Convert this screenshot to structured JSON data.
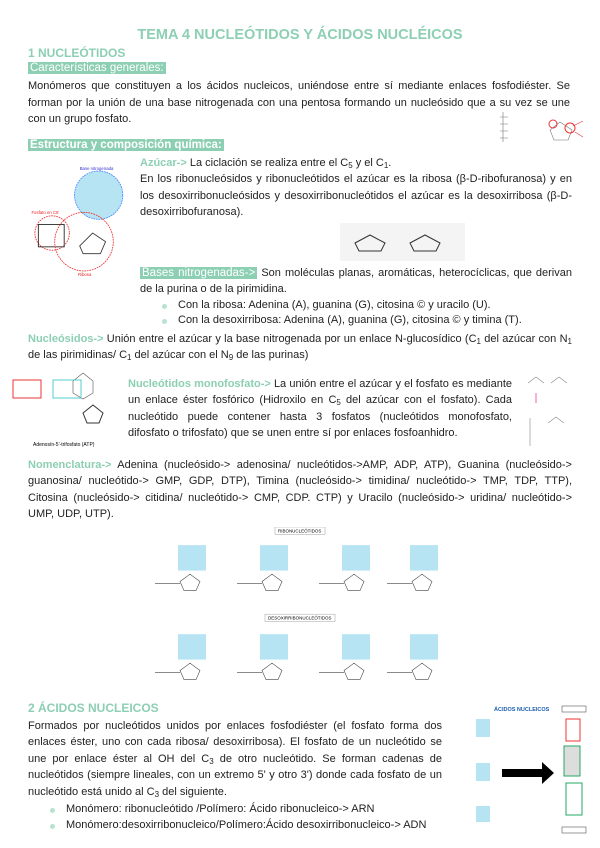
{
  "title": "TEMA 4 NUCLEÓTIDOS Y ÁCIDOS NUCLÉICOS",
  "s1": {
    "heading": "1 NUCLEÓTIDOS",
    "general_label": "Características generales:",
    "general_text": "Monómeros que constituyen a los ácidos nucleicos, uniéndose entre sí mediante enlaces fosfodiéster. Se forman por la unión de una base nitrogenada con una pentosa formando un nucleósido que a su vez se une con un grupo fosfato.",
    "estructura_label": "Estructura y composición química:",
    "azucar": {
      "label": "Azúcar->",
      "t1": " La ciclación se realiza entre el C",
      "s1": "5",
      "t2": " y el C",
      "s2": "1",
      "t3": ".",
      "p2": "En los ribonucleósidos y ribonucleótidos el azúcar es la ribosa (β-D-ribofuranosa) y en los desoxirribonucleósidos y desoxirribonucleótidos el azúcar es la desoxirribosa (β-D-desoxirribofuranosa)."
    },
    "bases": {
      "label": "Bases nitrogenadas->",
      "text": " Son moléculas planas, aromáticas, heterocíclicas, que derivan de la purina o de la pirimidina.",
      "bullets": [
        "Con la ribosa: Adenina (A), guanina (G), citosina © y uracilo (U).",
        "Con la desoxirribosa: Adenina (A), guanina (G), citosina © y timina (T)."
      ]
    },
    "nucleosidos": {
      "label": "Nucleósidos->",
      "t1": " Unión entre el azúcar y la base nitrogenada por un enlace N-glucosídico (C",
      "s1": "1",
      "t2": " del azúcar con N",
      "s2": "1",
      "t3": " de las pirimidinas/ C",
      "s3": "1",
      "t4": " del azúcar con el N",
      "s4": "9",
      "t5": " de las purinas)"
    },
    "monofosfato": {
      "label": "Nucleótidos monofosfato->",
      "t1": " La unión entre el azúcar y el fosfato es mediante un enlace éster fosfórico (Hidroxilo en C",
      "s1": "5",
      "t2": " del azúcar con el fosfato). Cada nucleótido puede contener hasta 3 fosfatos (nucleótidos monofosfato, difosfato o trifosfato) que se unen entre sí por enlaces fosfoanhidro."
    },
    "nomenclatura": {
      "label": "Nomenclatura->",
      "text": " Adenina (nucleósido-> adenosina/ nucleótidos->AMP, ADP, ATP), Guanina (nucleósido-> guanosina/ nucleótido-> GMP, GDP, DTP), Timina (nucleósido-> timidina/ nucleótido-> TMP, TDP, TTP), Citosina (nucleósido-> citidina/ nucleótido-> CMP, CDP. CTP) y Uracilo (nucleósido-> uridina/ nucleótido-> UMP, UDP, UTP)."
    }
  },
  "figures": {
    "base": "Base nitrogenada",
    "fosfato": "Fosfato en C5'",
    "ribosa": "Ribosa",
    "atp": "Adenosín-5'-trifosfato (ATP)",
    "ribonuc": "RIBONUCLEÓTIDOS",
    "desoxi": "DESOXIRRIBONUCLEÓTIDOS",
    "acidos": "ÁCIDOS NUCLEICOS"
  },
  "s2": {
    "heading": "2 ÁCIDOS NUCLEICOS",
    "t1": "Formados por nucleótidos unidos por enlaces fosfodiéster (el fosfato forma dos enlaces éster, uno con cada ribosa/ desoxirribosa). El fosfato de un nucleótido se une por enlace éster al OH del C",
    "s1": "3",
    "t2": " de otro nucleótido. Se forman cadenas de nucleótidos (siempre lineales, con un extremo 5' y otro 3') donde cada fosfato de un nucleótido está unido al C",
    "s2": "3",
    "t3": " del siguiente.",
    "bullets": [
      "Monómero: ribonucleótido /Polímero: Ácido ribonucleico-> ARN",
      "Monómero:desoxirribonucleico/Polímero:Ácido desoxirribonucleico-> ADN"
    ]
  },
  "colors": {
    "accent": "#8ccfb3"
  }
}
